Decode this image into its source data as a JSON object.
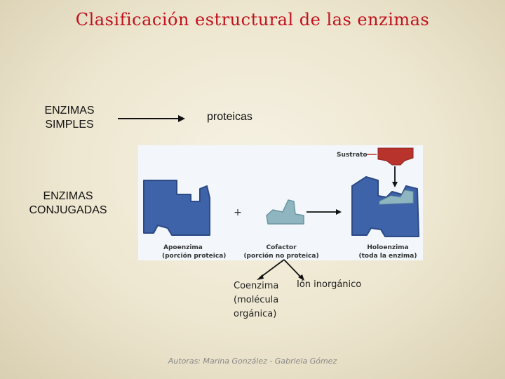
{
  "title": "Clasificación estructural de las enzimas",
  "left_labels": {
    "simples_line1": "ENZIMAS",
    "simples_line2": "SIMPLES",
    "conjugadas_line1": "ENZIMAS",
    "conjugadas_line2": "CONJUGADAS"
  },
  "simples_result": "proteicas",
  "figure": {
    "sustrato": "Sustrato",
    "plus": "+",
    "apoenzima_line1": "Apoenzima",
    "apoenzima_line2": "(porción proteica)",
    "cofactor_line1": "Cofactor",
    "cofactor_line2": "(porción no proteica)",
    "holoenzima_line1": "Holoenzima",
    "holoenzima_line2": "(toda la enzima)"
  },
  "cofactor_types": {
    "coenzima_line1": "Coenzima",
    "coenzima_line2": "(molécula",
    "coenzima_line3": "orgánica)",
    "ion": "Ión inorgánico"
  },
  "footer": "Autoras: Marina González - Gabriela Gómez",
  "colors": {
    "title": "#c0101c",
    "enzyme_blue": "#3f63a8",
    "cofactor_teal": "#8fb6c0",
    "substrate_red": "#b8332c"
  }
}
